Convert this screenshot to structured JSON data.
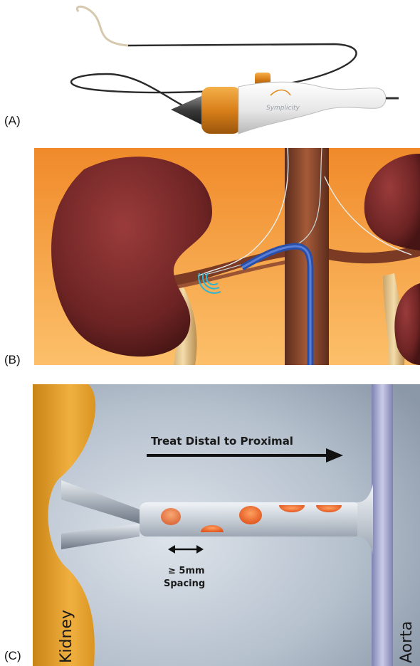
{
  "panels": {
    "a": {
      "label": "(A)",
      "device_brand": "Symplicity"
    },
    "b": {
      "label": "(B)"
    },
    "c": {
      "label": "(C)",
      "direction_text": "Treat Distal to Proximal",
      "spacing_line1": "≥ 5mm",
      "spacing_line2": "Spacing",
      "kidney_label": "Kidney",
      "aorta_label": "Aorta"
    }
  },
  "colors": {
    "orange_accent": "#E08A1E",
    "kidney_red": "#7A2A2A",
    "aorta_brown": "#8A4A2E",
    "catheter_blue": "#2A4FA8",
    "signal_cyan": "#29B6D6",
    "panel_c_bg": "#B7C2CF",
    "ablation_orange": "#F07A3A",
    "kidney_gold": "#E0A032",
    "aorta_lavender": "#9C9FC8"
  }
}
